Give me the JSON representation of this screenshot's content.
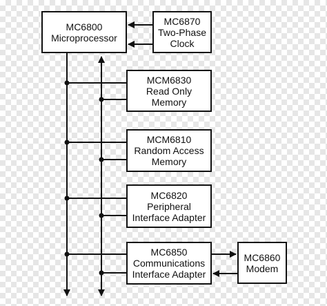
{
  "blocks": {
    "cpu": {
      "part": "MC6800",
      "lines": [
        "Microprocessor"
      ]
    },
    "clock": {
      "part": "MC6870",
      "lines": [
        "Two-Phase",
        "Clock"
      ]
    },
    "rom": {
      "part": "MCM6830",
      "lines": [
        "Read Only",
        "Memory"
      ]
    },
    "ram": {
      "part": "MCM6810",
      "lines": [
        "Random Access",
        "Memory"
      ]
    },
    "pia": {
      "part": "MC6820",
      "lines": [
        "Peripheral",
        "Interface Adapter"
      ]
    },
    "acia": {
      "part": "MC6850",
      "lines": [
        "Communications",
        "Interface Adapter"
      ]
    },
    "modem": {
      "part": "MC6860",
      "lines": [
        "Modem"
      ]
    }
  },
  "buses": [
    "address-bus",
    "data-bus"
  ],
  "colors": {
    "line": "#111111",
    "box_fill": "#ffffff",
    "box_border": "#111111"
  }
}
